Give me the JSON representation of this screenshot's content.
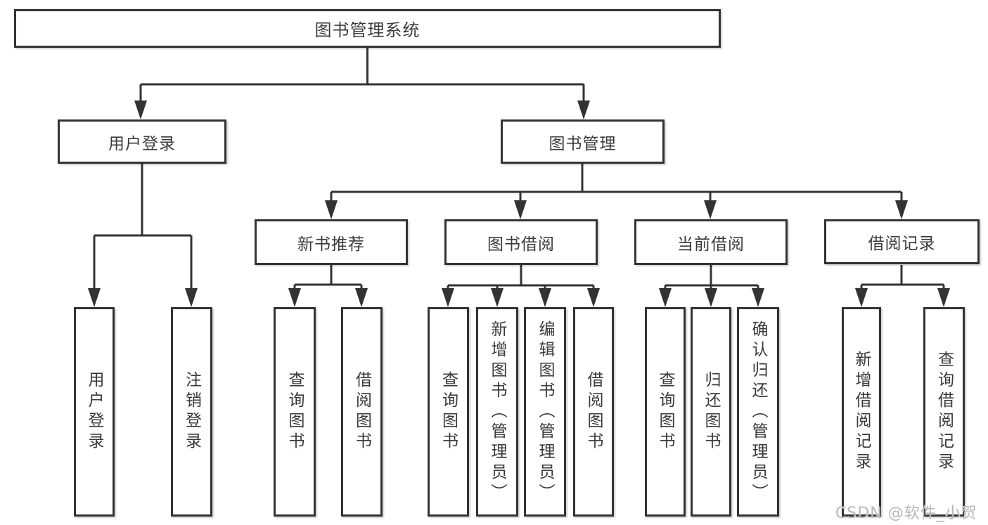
{
  "watermark": "CSDN @软件_小贺同学",
  "colors": {
    "line": "#333333",
    "box_border": "#333333",
    "box_background": "#ffffff",
    "text": "#3a3a3a",
    "watermark": "#b7b7b7",
    "page_background": "#ffffff"
  },
  "tree": {
    "label": "图书管理系统",
    "children": [
      {
        "label": "用户登录",
        "children": [
          {
            "label": "用户登录"
          },
          {
            "label": "注销登录"
          }
        ]
      },
      {
        "label": "图书管理",
        "children": [
          {
            "label": "新书推荐",
            "children": [
              {
                "label": "查询图书"
              },
              {
                "label": "借阅图书"
              }
            ]
          },
          {
            "label": "图书借阅",
            "children": [
              {
                "label": "查询图书"
              },
              {
                "label": "新增图书（管理员）"
              },
              {
                "label": "编辑图书（管理员）"
              },
              {
                "label": "借阅图书"
              }
            ]
          },
          {
            "label": "当前借阅",
            "children": [
              {
                "label": "查询图书"
              },
              {
                "label": "归还图书"
              },
              {
                "label": "确认归还（管理员）"
              }
            ]
          },
          {
            "label": "借阅记录",
            "children": [
              {
                "label": "新增借阅记录"
              },
              {
                "label": "查询借阅记录"
              }
            ]
          }
        ]
      }
    ]
  }
}
